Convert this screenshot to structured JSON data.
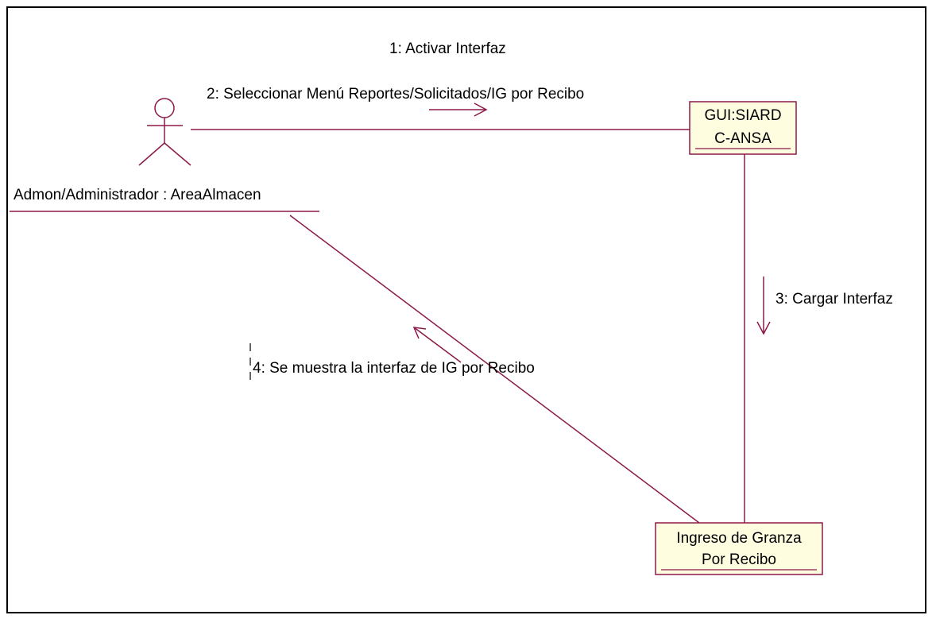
{
  "actor": {
    "name": "Admon/Administrador : AreaAlmacen"
  },
  "objects": {
    "gui": {
      "line1": "GUI:SIARD",
      "line2": "C-ANSA"
    },
    "ingreso": {
      "line1": "Ingreso de Granza",
      "line2": "Por Recibo"
    }
  },
  "messages": {
    "m1": "1: Activar Interfaz",
    "m2": "2: Seleccionar Menú Reportes/Solicitados/IG por Recibo",
    "m3": "3: Cargar Interfaz",
    "m4": "4: Se muestra la interfaz de IG por Recibo"
  },
  "colors": {
    "line": "#8b1a4a",
    "object_fill": "#fffde0",
    "text": "#000000"
  }
}
